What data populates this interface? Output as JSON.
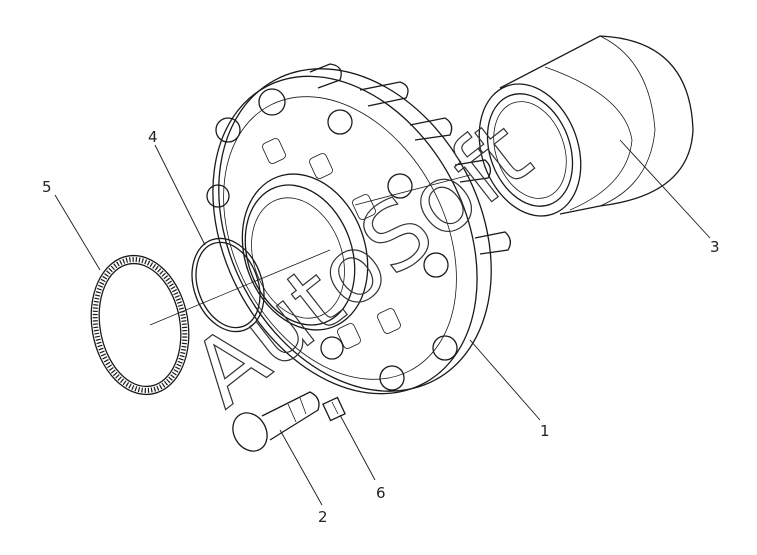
{
  "callouts": [
    {
      "id": "1",
      "label": "1"
    },
    {
      "id": "2",
      "label": "2"
    },
    {
      "id": "3",
      "label": "3"
    },
    {
      "id": "4",
      "label": "4"
    },
    {
      "id": "5",
      "label": "5"
    },
    {
      "id": "6",
      "label": "6"
    }
  ],
  "watermark": "AutoSoft",
  "colors": {
    "line": "#1a1a1a",
    "background": "#ffffff"
  }
}
